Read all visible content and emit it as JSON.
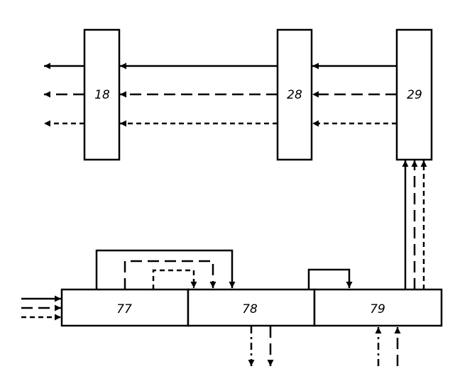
{
  "blocks": {
    "b18": "18",
    "b28": "28",
    "b29": "29",
    "b77": "77",
    "b78": "78",
    "b79": "79"
  }
}
